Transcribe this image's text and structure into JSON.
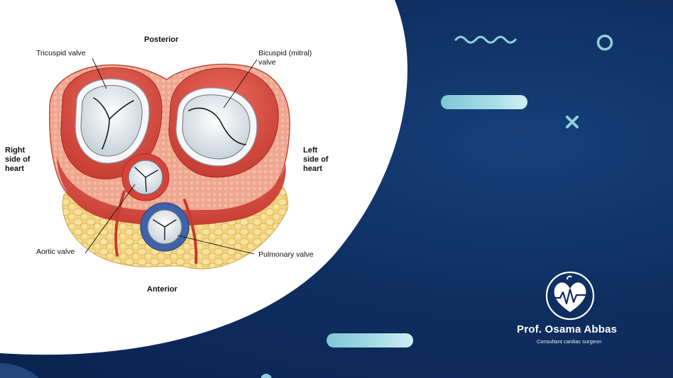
{
  "diagram": {
    "labels": {
      "posterior": "Posterior",
      "anterior": "Anterior",
      "tricuspid": "Tricuspid valve",
      "bicuspid": "Bicuspid (mitral)\nvalve",
      "right_side": "Right\nside of\nheart",
      "left_side": "Left\nside of\nheart",
      "aortic": "Aortic valve",
      "pulmonary": "Pulmonary valve"
    }
  },
  "brand": {
    "name": "Prof. Osama Abbas",
    "subtitle": "Consultant cardiac surgeon"
  },
  "colors": {
    "background": "#0f2f61",
    "accent": "#8fd0dc",
    "muscle": "#d8453b",
    "fat": "#f3d27a",
    "valve": "#dfe6ec",
    "pulmonary_ring": "#3f62a8"
  }
}
